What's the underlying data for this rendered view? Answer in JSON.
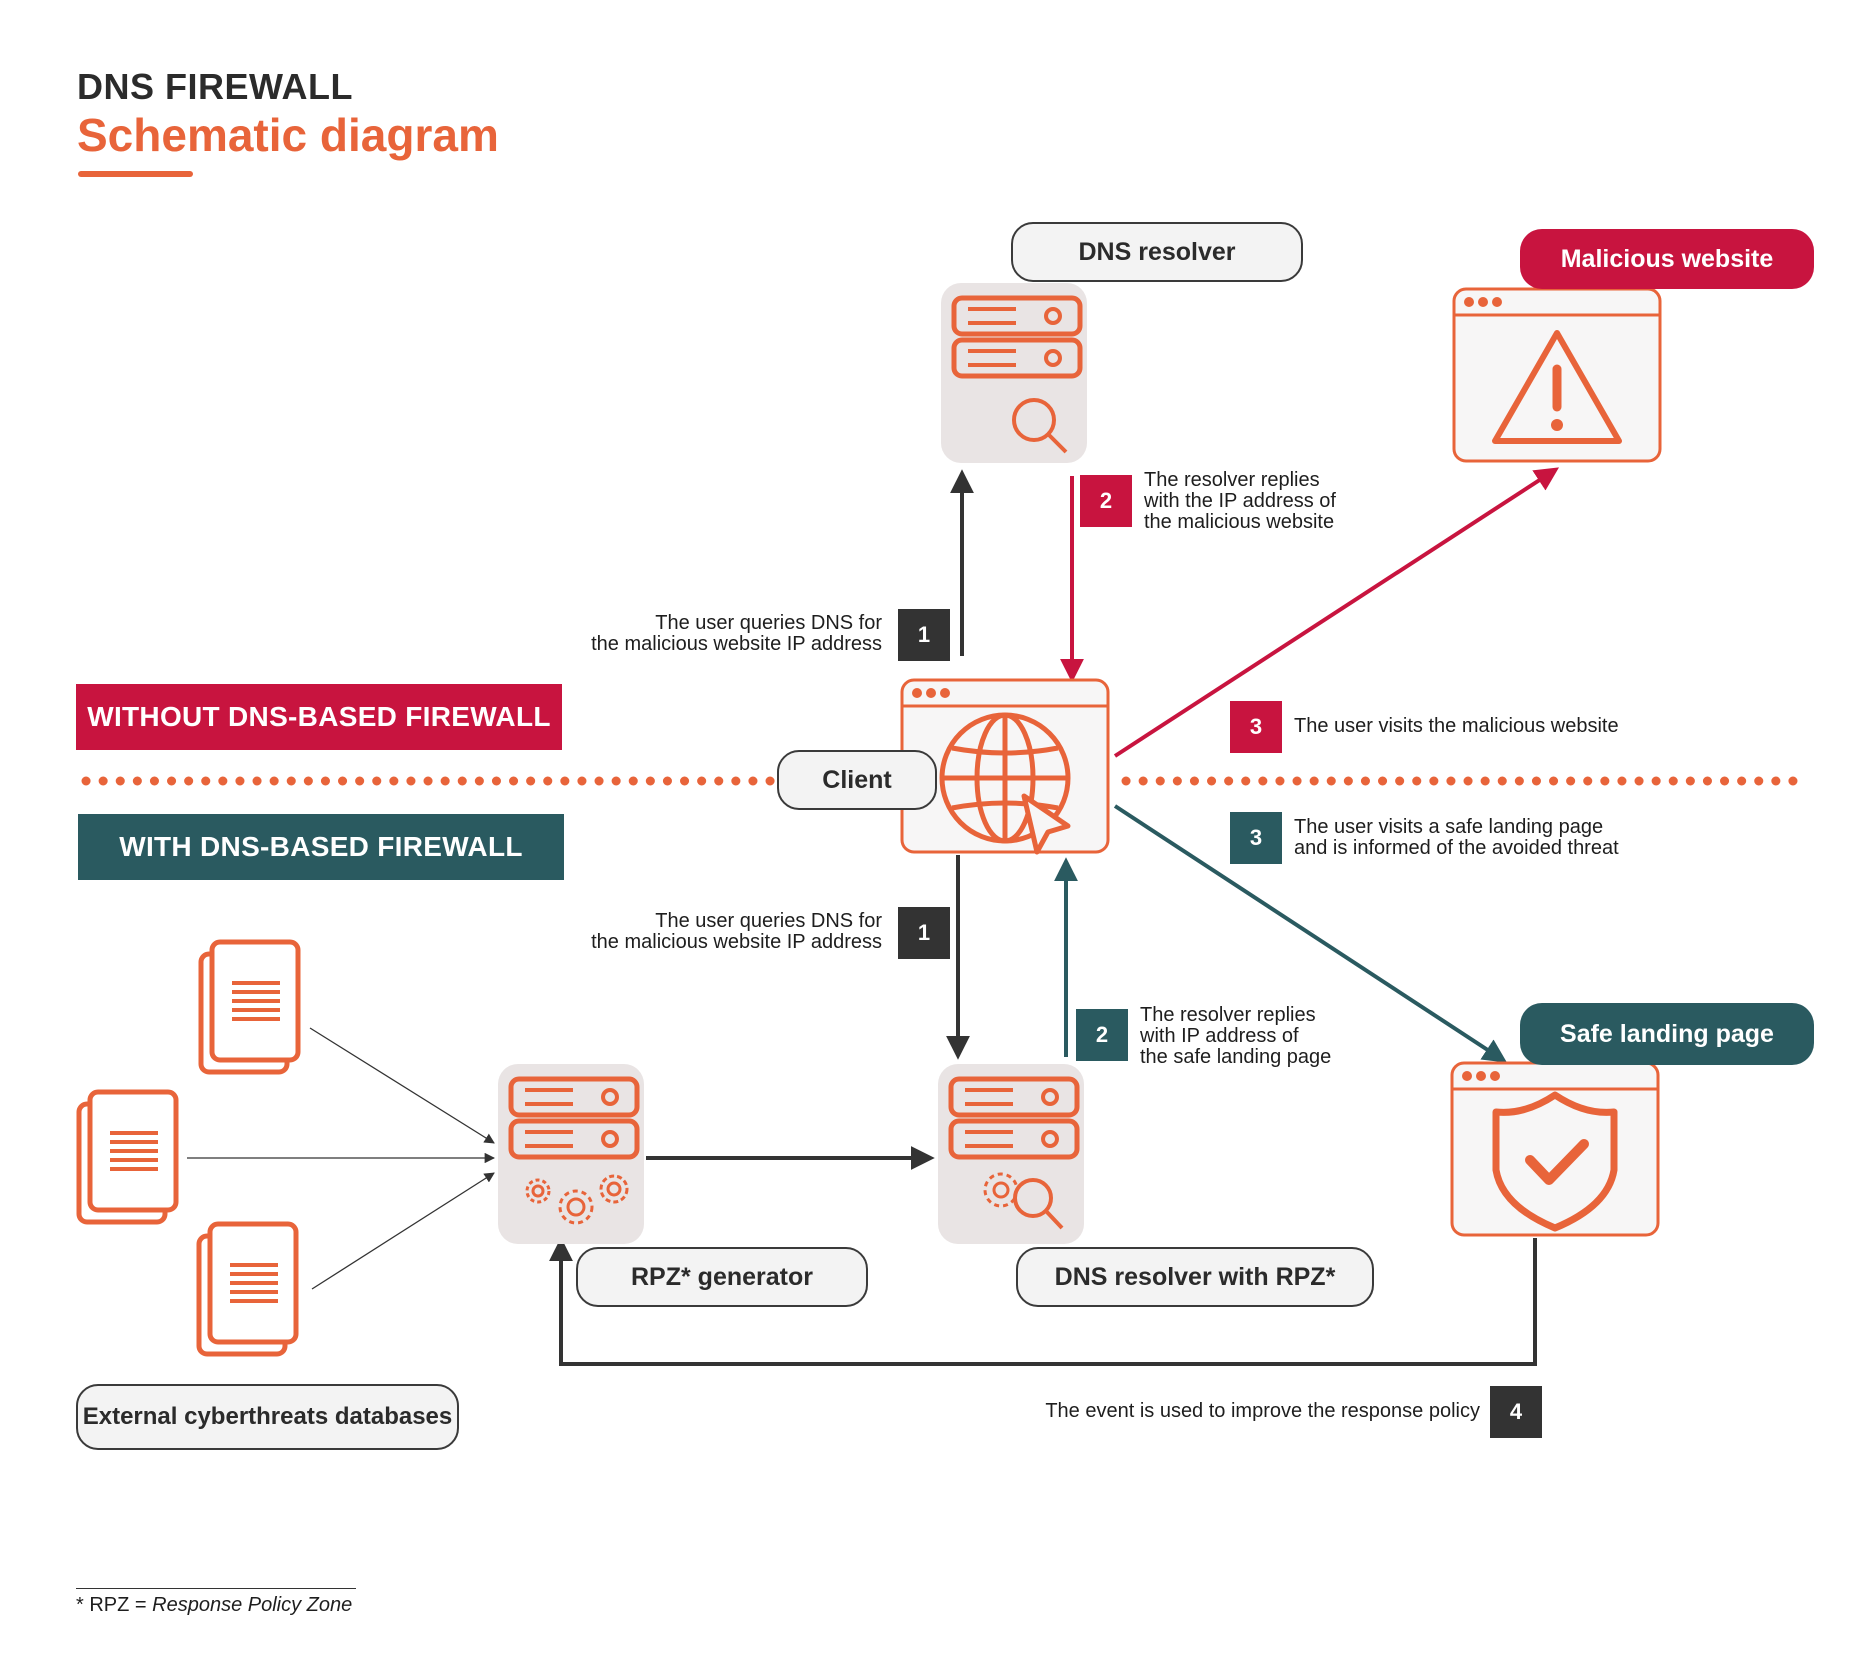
{
  "title": "DNS FIREWALL",
  "subtitle": "Schematic diagram",
  "sections": {
    "without": "WITHOUT DNS-BASED FIREWALL",
    "with": "WITH DNS-BASED FIREWALL"
  },
  "nodes": {
    "dns_resolver": "DNS resolver",
    "malicious_website": "Malicious website",
    "client": "Client",
    "safe_landing_page": "Safe landing page",
    "rpz_generator": "RPZ* generator",
    "dns_resolver_rpz": "DNS resolver with RPZ*",
    "external_db": "External cyberthreats databases"
  },
  "steps_without": [
    {
      "num": "1",
      "text_line1": "The user queries DNS for",
      "text_line2": "the malicious website IP address"
    },
    {
      "num": "2",
      "text_line1": "The resolver replies",
      "text_line2": "with the IP address of",
      "text_line3": "the malicious website"
    },
    {
      "num": "3",
      "text_line1": "The user visits the malicious website"
    }
  ],
  "steps_with": [
    {
      "num": "1",
      "text_line1": "The user queries DNS for",
      "text_line2": "the malicious website IP address"
    },
    {
      "num": "2",
      "text_line1": "The resolver replies",
      "text_line2": "with IP address of",
      "text_line3": "the safe landing page"
    },
    {
      "num": "3",
      "text_line1": "The user visits a safe landing page",
      "text_line2": "and is informed of the avoided threat"
    },
    {
      "num": "4",
      "text_line1": "The event is used to improve the response policy"
    }
  ],
  "footnote": {
    "prefix": "* RPZ = ",
    "term": "Response Policy Zone"
  },
  "colors": {
    "orange": "#e8643a",
    "red": "#c8143f",
    "teal": "#2a5a60",
    "dark": "#333333",
    "icon_bg": "#e9e4e4"
  }
}
